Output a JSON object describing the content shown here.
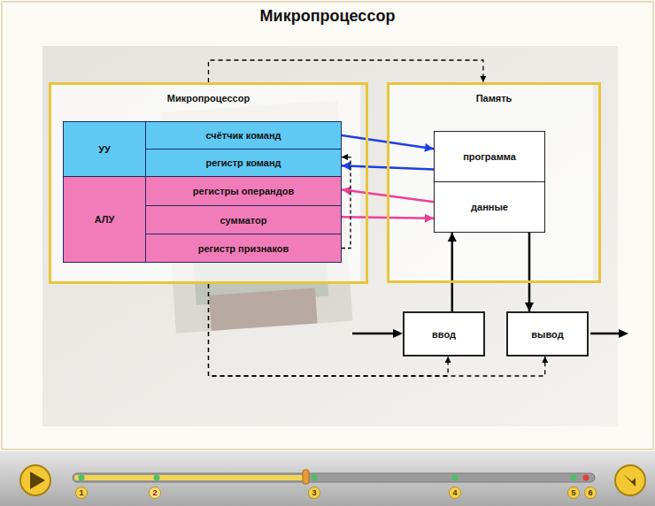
{
  "diagram": {
    "title": "Микропроцессор",
    "nodes": [
      {
        "text": [
          "Микропроцессор"
        ]
      },
      {
        "text": [
          "УУ"
        ],
        "in": 0
      },
      {
        "text": [
          "счётчик команд"
        ],
        "in": 0
      },
      {
        "text": [
          "регистр команд"
        ],
        "in": 0
      },
      {
        "text": [
          "АЛУ"
        ],
        "in": 0
      },
      {
        "text": [
          "регистры операндов"
        ],
        "in": 0
      },
      {
        "text": [
          "сумматор"
        ],
        "in": 0
      },
      {
        "text": [
          "регистр признаков"
        ],
        "in": 0
      },
      {
        "text": [
          "Память"
        ]
      },
      {
        "text": [
          "программа"
        ],
        "in": 8
      },
      {
        "text": [
          "данные"
        ],
        "in": 8
      },
      {
        "text": [
          "ввод"
        ]
      },
      {
        "text": [
          "вывод"
        ]
      }
    ],
    "edges": [
      {
        "from": 2,
        "to": 9,
        "arrow": "to"
      },
      {
        "from": 9,
        "to": 3,
        "arrow": "to"
      },
      {
        "from": 10,
        "to": 5,
        "arrow": "to"
      },
      {
        "from": 6,
        "to": 10,
        "arrow": "to"
      },
      {
        "from": 11,
        "to": 10,
        "arrow": "to"
      },
      {
        "from": 10,
        "to": 12,
        "arrow": "to"
      },
      {
        "from": 0,
        "to": 8,
        "arrow": "to"
      },
      {
        "from": 0,
        "to": 11,
        "arrow": "to"
      },
      {
        "from": 0,
        "to": 12,
        "arrow": "to"
      },
      {
        "from": 7,
        "to": 3,
        "arrow": "to"
      }
    ],
    "labels": [
      "1",
      "2",
      "3",
      "4",
      "5",
      "6"
    ]
  }
}
